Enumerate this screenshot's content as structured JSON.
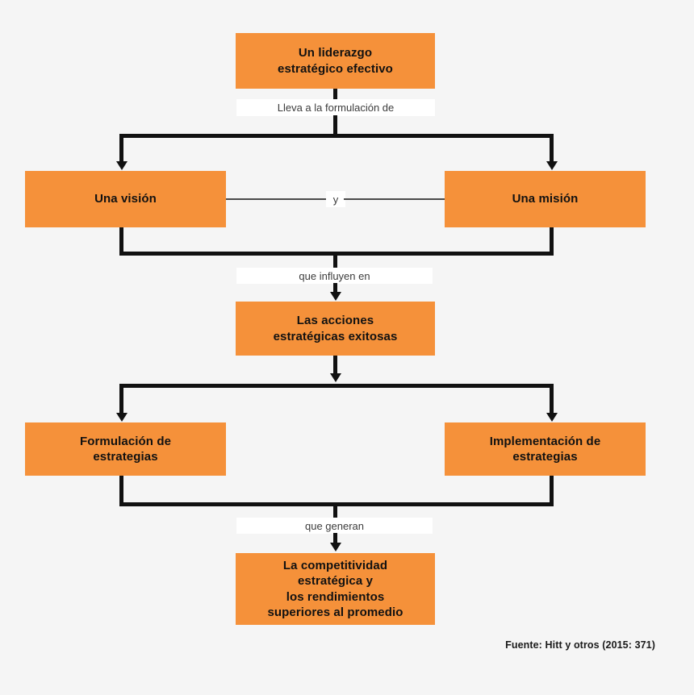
{
  "diagram": {
    "title": "Un liderazgo estratégico efectivo",
    "background_color": "#f5f5f5",
    "node_color": "#f5913a",
    "connector_color": "#111111",
    "nodes": [
      {
        "id": "liderazgo",
        "label": "Un liderazgo\nestratégico efectivo"
      },
      {
        "id": "vision",
        "label": "Una visión"
      },
      {
        "id": "mision",
        "label": "Una misión"
      },
      {
        "id": "acciones",
        "label": "Las acciones\nestratégicas exitosas"
      },
      {
        "id": "formulacion",
        "label": "Formulación de\nestrategias"
      },
      {
        "id": "implementacion",
        "label": "Implementación de\nestrategias"
      },
      {
        "id": "competitividad",
        "label": "La competitividad\nestratégica y\nlos rendimientos\nsuperiores al promedio"
      }
    ],
    "edge_labels": {
      "lleva": "Lleva a la formulación de",
      "conjuncion": "y",
      "influyen": "que influyen en",
      "generan": "que generan"
    },
    "source": "Fuente: Hitt y otros (2015: 371)"
  }
}
